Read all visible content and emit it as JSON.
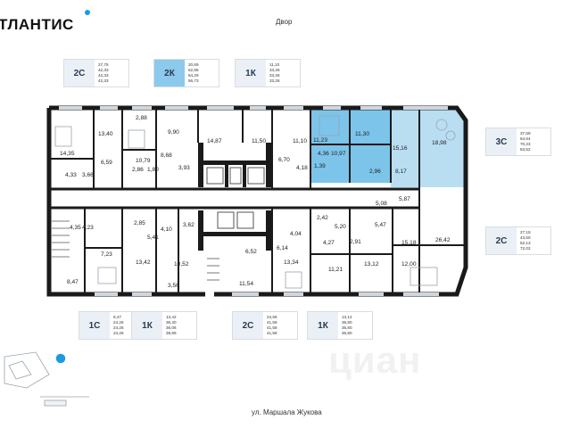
{
  "brand": {
    "logo_text": "ТЛАНТИС",
    "accent": "#1e9be0"
  },
  "labels": {
    "top_street": "Двор",
    "bottom_street": "ул. Маршала Жукова"
  },
  "colors": {
    "highlight": "#7cc4ea",
    "wall": "#1a1a1a",
    "tag_bg": "#eaf0f6"
  },
  "top_badges": [
    {
      "type": "2С",
      "highlighted": false,
      "values": [
        "27,75",
        "42,33",
        "42,33",
        "42,33"
      ]
    },
    {
      "type": "2К",
      "highlighted": true,
      "values": [
        "20,69",
        "52,85",
        "54,29",
        "56,73"
      ]
    },
    {
      "type": "1К",
      "highlighted": false,
      "values": [
        "11,10",
        "33,26",
        "33,26",
        "33,26"
      ]
    }
  ],
  "right_badges": [
    {
      "type": "3С",
      "highlighted": false,
      "values": [
        "37,69",
        "64,54",
        "70,23",
        "83,52"
      ]
    },
    {
      "type": "2С",
      "highlighted": false,
      "values": [
        "27,19",
        "43,60",
        "52,13",
        "72,02"
      ]
    }
  ],
  "bottom_badges": [
    {
      "type": "1С",
      "highlighted": false,
      "values": [
        "8,47",
        "24,26",
        "24,26",
        "24,26"
      ]
    },
    {
      "type": "1К",
      "highlighted": false,
      "values": [
        "13,42",
        "36,30",
        "36,06",
        "38,89"
      ]
    },
    {
      "type": "2С",
      "highlighted": false,
      "values": [
        "24,56",
        "41,58",
        "41,58",
        "41,58"
      ]
    },
    {
      "type": "1К",
      "highlighted": false,
      "values": [
        "13,12",
        "36,80",
        "36,80",
        "36,80"
      ]
    }
  ],
  "room_areas": {
    "r1": "14,35",
    "r2": "13,40",
    "r3": "4,33",
    "r4": "3,66",
    "r5": "6,59",
    "r6": "2,88",
    "r7": "10,79",
    "r8": "2,86",
    "r9": "1,80",
    "r10": "8,68",
    "r11": "9,90",
    "r12": "3,93",
    "r13": "14,87",
    "r14": "11,50",
    "r15": "6,70",
    "r16": "11,10",
    "r17": "4,18",
    "r18": "1,39",
    "r19": "11,23",
    "r20": "4,36",
    "r21": "10,97",
    "r22": "11,30",
    "r23": "2,96",
    "r24": "15,16",
    "r25": "8,17",
    "r26": "18,98",
    "r27": "5,08",
    "r28": "5,87",
    "r29": "26,42",
    "r30": "15,18",
    "r31": "12,00",
    "r32": "4,35",
    "r33": "4,23",
    "r34": "2,85",
    "r35": "3,62",
    "r36": "7,23",
    "r37": "5,41",
    "r38": "4,10",
    "r39": "13,42",
    "r40": "10,52",
    "r41": "8,47",
    "r42": "3,56",
    "r43": "6,52",
    "r44": "6,14",
    "r45": "4,04",
    "r46": "2,42",
    "r47": "5,20",
    "r48": "4,27",
    "r49": "2,91",
    "r50": "5,47",
    "r51": "13,34",
    "r52": "11,54",
    "r53": "11,21",
    "r54": "13,12"
  }
}
